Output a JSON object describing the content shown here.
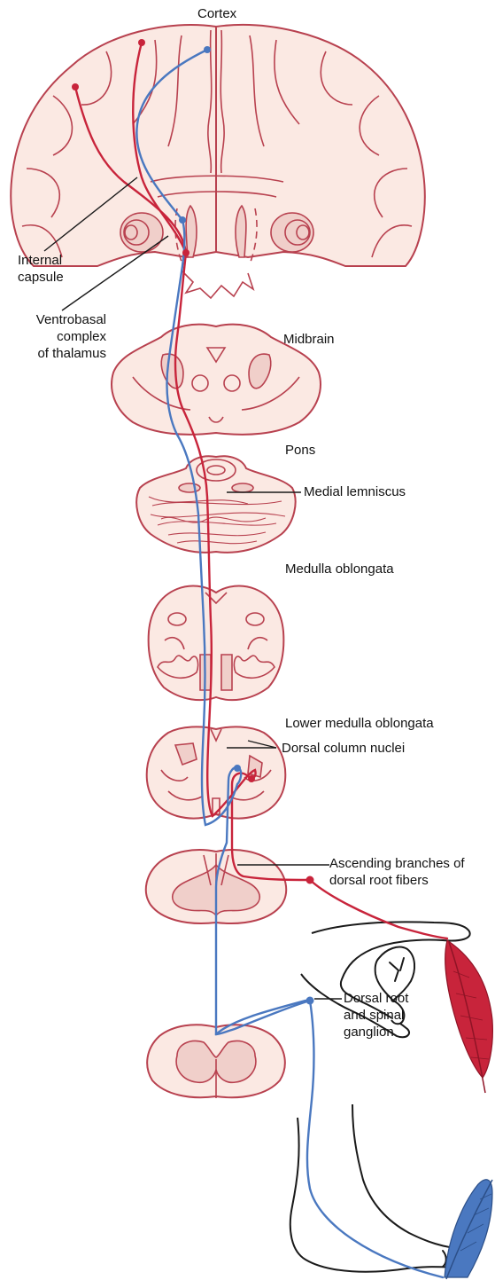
{
  "labels": {
    "cortex": "Cortex",
    "internal_capsule": [
      "Internal",
      "capsule"
    ],
    "ventrobasal": [
      "Ventrobasal",
      "complex",
      "of thalamus"
    ],
    "midbrain": "Midbrain",
    "pons": "Pons",
    "medial_lemniscus": "Medial lemniscus",
    "medulla_oblongata": "Medulla oblongata",
    "lower_medulla": "Lower medulla oblongata",
    "dorsal_column_nuclei": "Dorsal column nuclei",
    "ascending_branches": [
      "Ascending branches of",
      "dorsal root fibers"
    ],
    "dorsal_root": [
      "Dorsal root",
      "and spinal",
      "ganglion"
    ]
  },
  "colors": {
    "red_pathway": "#c8243b",
    "blue_pathway": "#4a78c0",
    "tissue_fill": "#fbe9e3",
    "tissue_stroke": "#b8414f"
  }
}
